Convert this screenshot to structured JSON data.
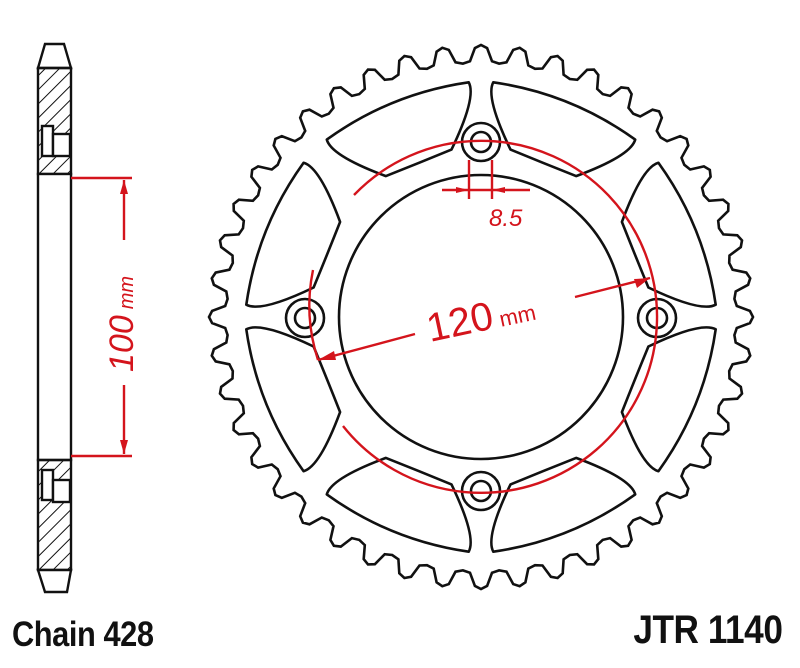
{
  "captions": {
    "chain": "Chain 428",
    "part_number": "JTR 1140"
  },
  "dimensions": {
    "height_value": "100",
    "height_unit": "mm",
    "pcd_value": "120",
    "pcd_unit": "mm",
    "bolt_hole": "8.5"
  },
  "colors": {
    "outline": "#111111",
    "dimension": "#d4141c",
    "background": "#ffffff"
  },
  "sprocket": {
    "teeth": 44,
    "bolt_holes": 4,
    "lightening_slots": 8
  }
}
